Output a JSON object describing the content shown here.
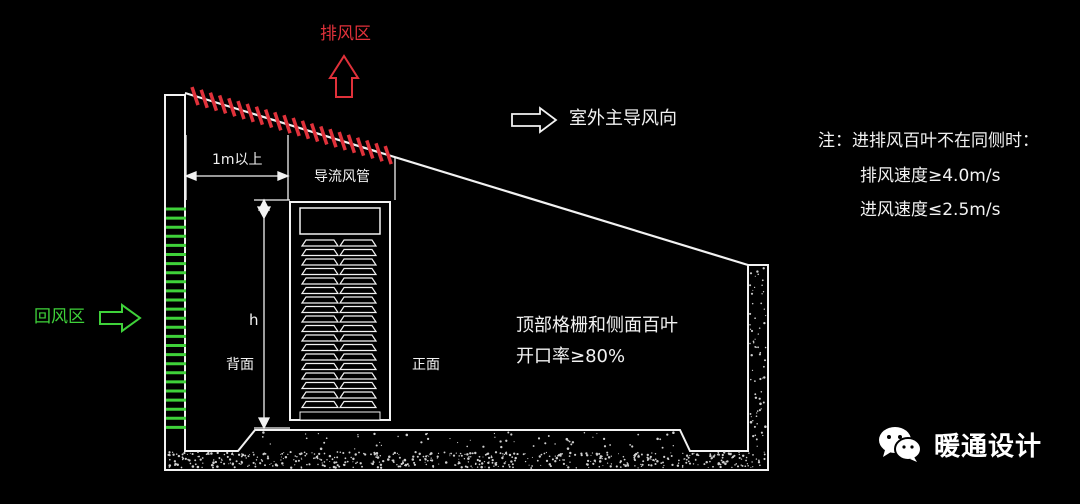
{
  "labels": {
    "exhaust_zone": "排风区",
    "return_zone": "回风区",
    "wind_direction": "室外主导风向",
    "distance": "1m以上",
    "duct": "导流风管",
    "height": "h",
    "back": "背面",
    "front": "正面",
    "opening_line1": "顶部格栅和侧面百叶",
    "opening_line2": "开口率≥80%"
  },
  "note": {
    "title": "注：进排风百叶不在同侧时：",
    "line1": "排风速度≥4.0m/s",
    "line2": "进风速度≤2.5m/s"
  },
  "watermark": {
    "text": "暖通设计",
    "icon": "wechat-icon"
  },
  "colors": {
    "red": "#e0313a",
    "green": "#3fd23a",
    "line": "#f2f2f2",
    "background": "#000000"
  }
}
